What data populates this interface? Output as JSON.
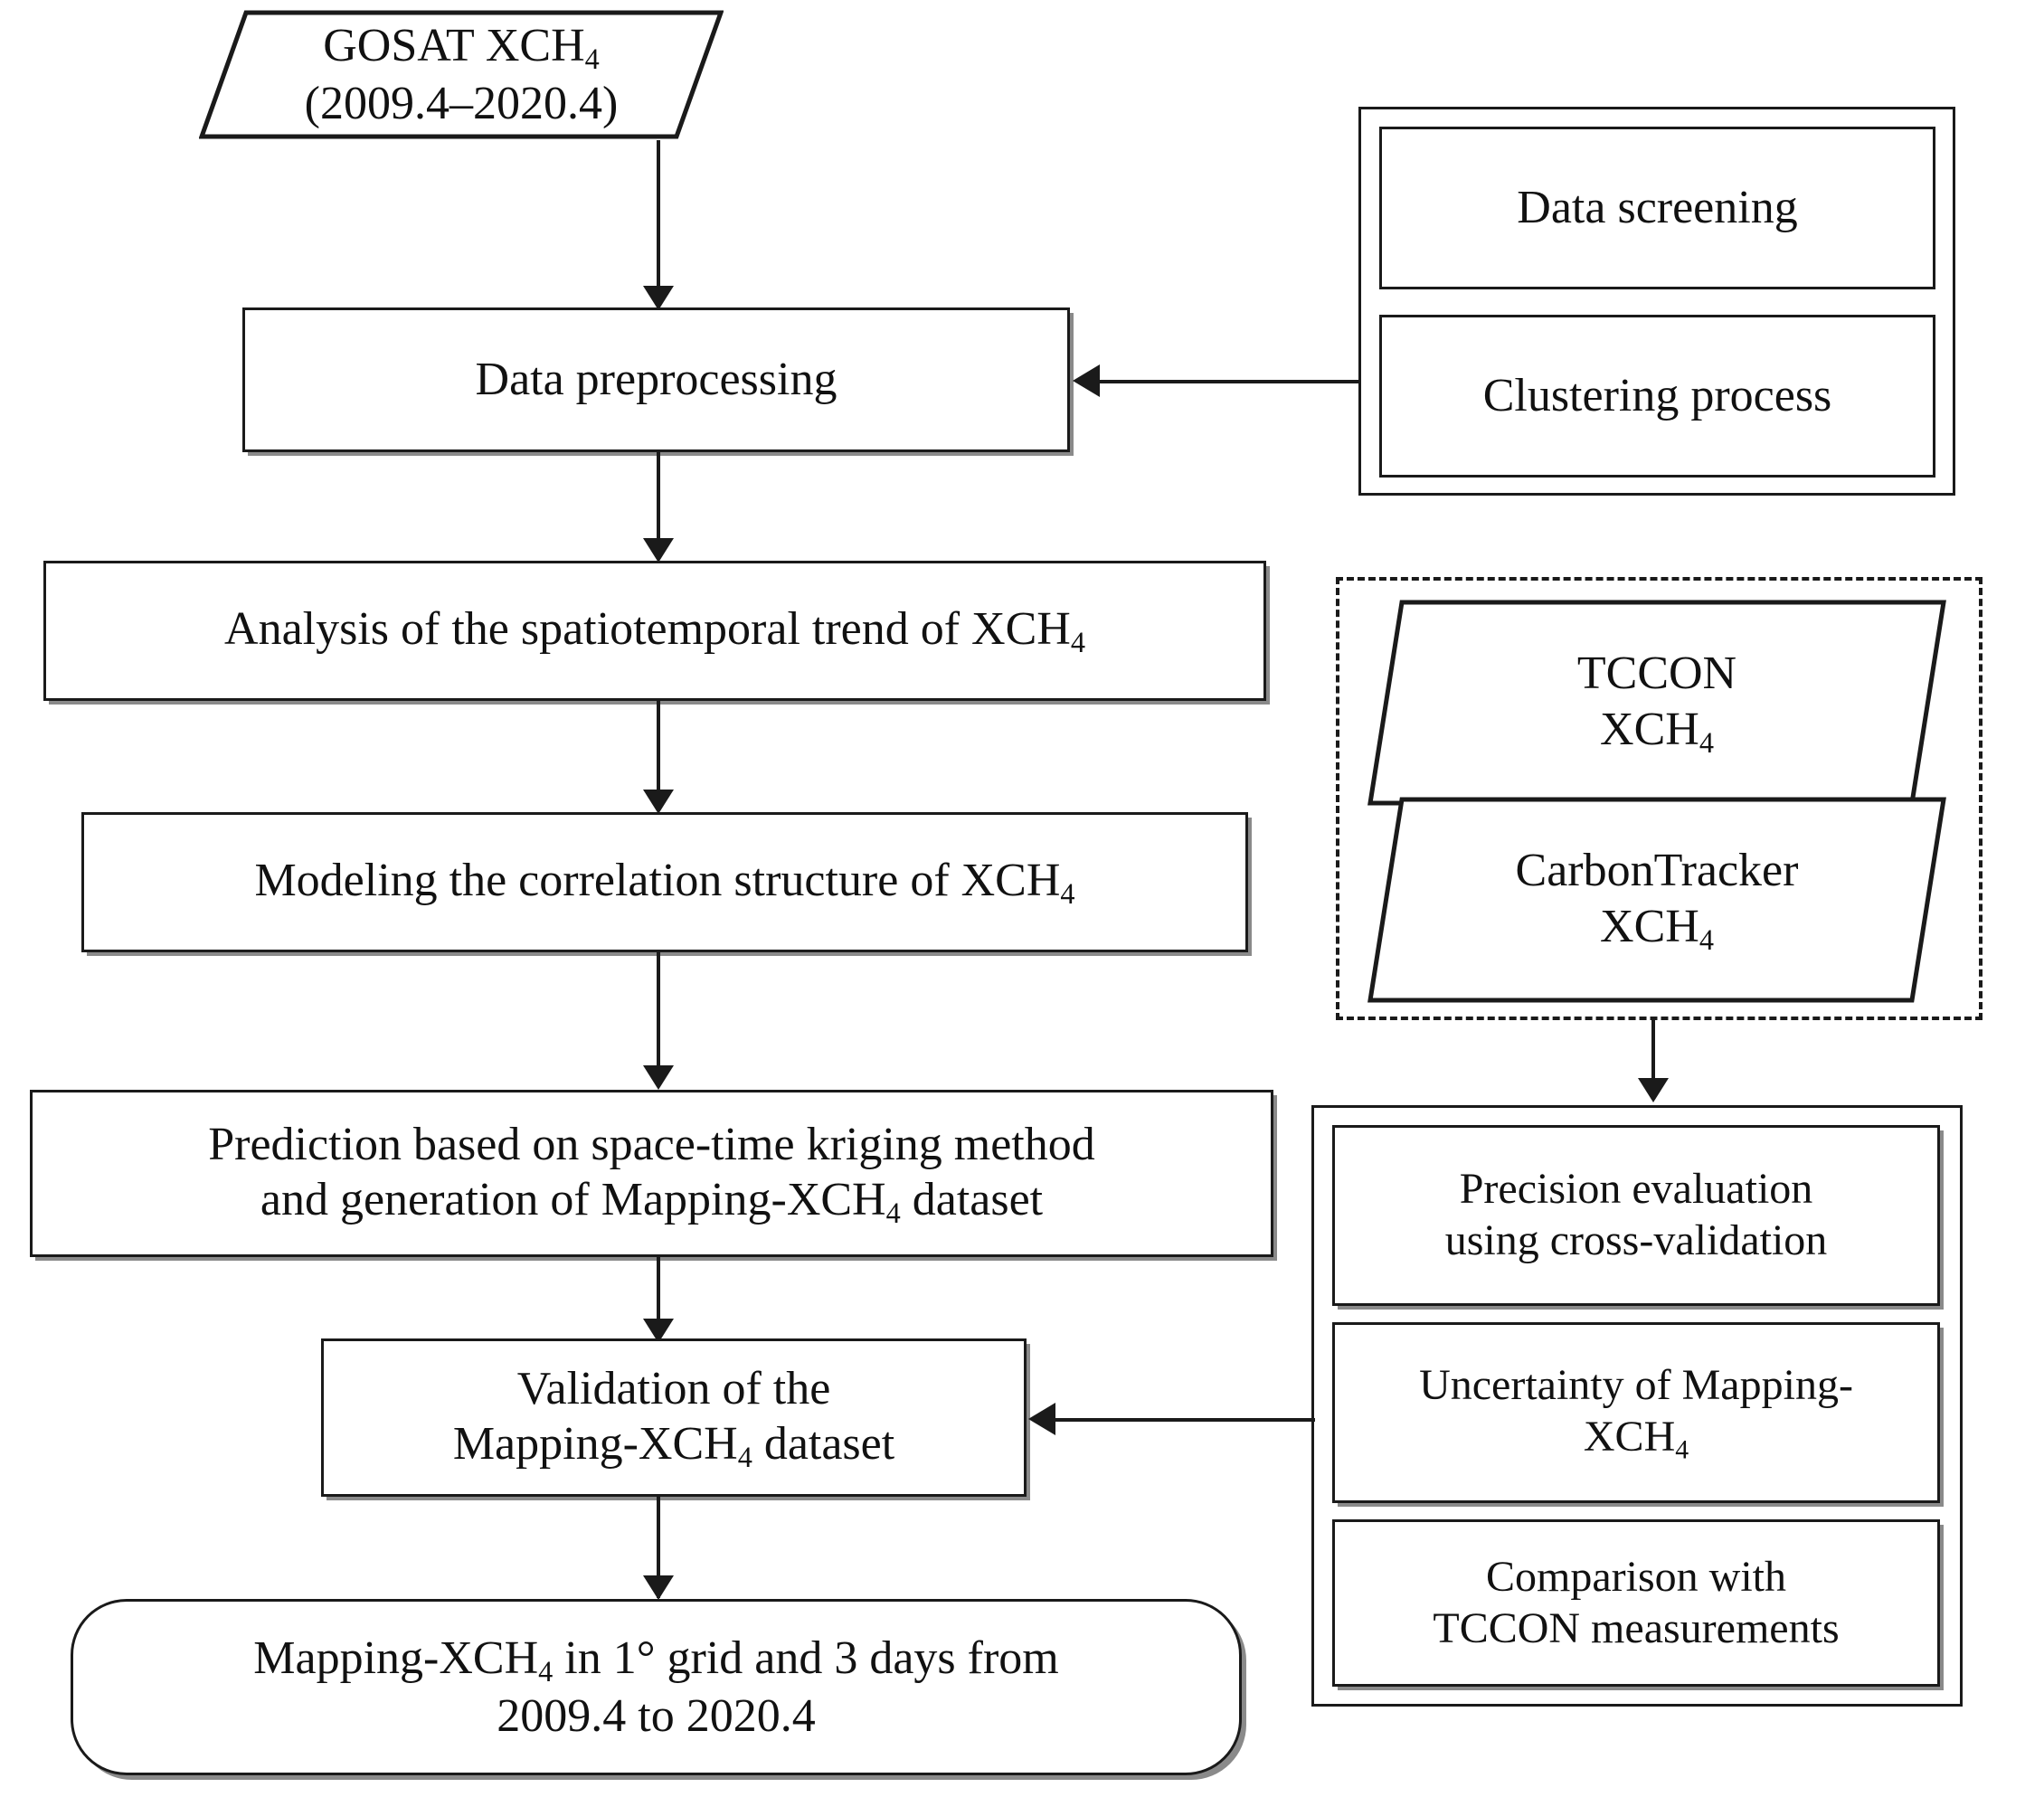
{
  "diagram": {
    "title": "GOSAT XCH4 space-time kriging mapping workflow flowchart",
    "colors": {
      "stroke": "#1a1a1a",
      "shadow": "#8a8a8a",
      "background": "#ffffff"
    }
  },
  "nodes": {
    "gosat_source": {
      "label_line1": "GOSAT XCH",
      "label_sub1": "4",
      "label_line2": "(2009.4–2020.4)",
      "shape": "parallelogram"
    },
    "data_preprocessing": {
      "label": "Data preprocessing",
      "shape": "rectangle"
    },
    "analysis_trend": {
      "label_pre": "Analysis of the spatiotemporal trend of XCH",
      "label_sub": "4",
      "shape": "rectangle"
    },
    "modeling_correlation": {
      "label_pre": "Modeling  the  correlation  structure  of XCH",
      "label_sub": "4",
      "shape": "rectangle"
    },
    "prediction_kriging": {
      "label_line1": "Prediction based on space-time kriging method",
      "label_line2_pre": "and generation of Mapping-XCH",
      "label_sub": "4",
      "label_line2_post": " dataset",
      "shape": "rectangle"
    },
    "validation": {
      "label_line1": "Validation  of  the",
      "label_line2_pre": "Mapping-XCH",
      "label_sub": "4",
      "label_line2_post": " dataset",
      "shape": "rectangle"
    },
    "final_output": {
      "label_line1_pre": "Mapping-XCH",
      "label_sub": "4",
      "label_line1_post": " in 1° grid and 3 days from",
      "label_line2": "2009.4 to 2020.4",
      "shape": "rounded-rectangle"
    },
    "data_screening": {
      "label": "Data screening",
      "shape": "rectangle"
    },
    "clustering_process": {
      "label": "Clustering  process",
      "shape": "rectangle"
    },
    "tccon_source": {
      "label_line1": "TCCON",
      "label_line2_pre": "XCH",
      "label_sub": "4",
      "shape": "parallelogram"
    },
    "carbontracker_source": {
      "label_line1": "CarbonTracker",
      "label_line2_pre": "XCH",
      "label_sub": "4",
      "shape": "parallelogram"
    },
    "precision_evaluation": {
      "label_line1": "Precision evaluation",
      "label_line2": "using cross-validation",
      "shape": "rectangle"
    },
    "uncertainty_mapping": {
      "label_line1": "Uncertainty of Mapping-",
      "label_line2_pre": "XCH",
      "label_sub": "4",
      "shape": "rectangle"
    },
    "comparison_tccon": {
      "label_line1": "Comparison  with",
      "label_line2": "TCCON measurements",
      "shape": "rectangle"
    }
  },
  "groups": {
    "preprocessing_group": {
      "name": "preprocessing-methods-group"
    },
    "reference_group": {
      "name": "reference-datasets-group-dashed"
    },
    "evaluation_group": {
      "name": "evaluation-methods-group"
    }
  },
  "connectors": [
    {
      "name": "gosat-to-preprocessing",
      "direction": "down"
    },
    {
      "name": "preprocessing-to-analysis",
      "direction": "down"
    },
    {
      "name": "analysis-to-modeling",
      "direction": "down"
    },
    {
      "name": "modeling-to-prediction",
      "direction": "down"
    },
    {
      "name": "prediction-to-validation",
      "direction": "down"
    },
    {
      "name": "validation-to-output",
      "direction": "down"
    },
    {
      "name": "methods-to-preprocessing",
      "direction": "left"
    },
    {
      "name": "evaluation-to-validation",
      "direction": "left"
    },
    {
      "name": "reference-to-evaluation",
      "direction": "down"
    }
  ]
}
